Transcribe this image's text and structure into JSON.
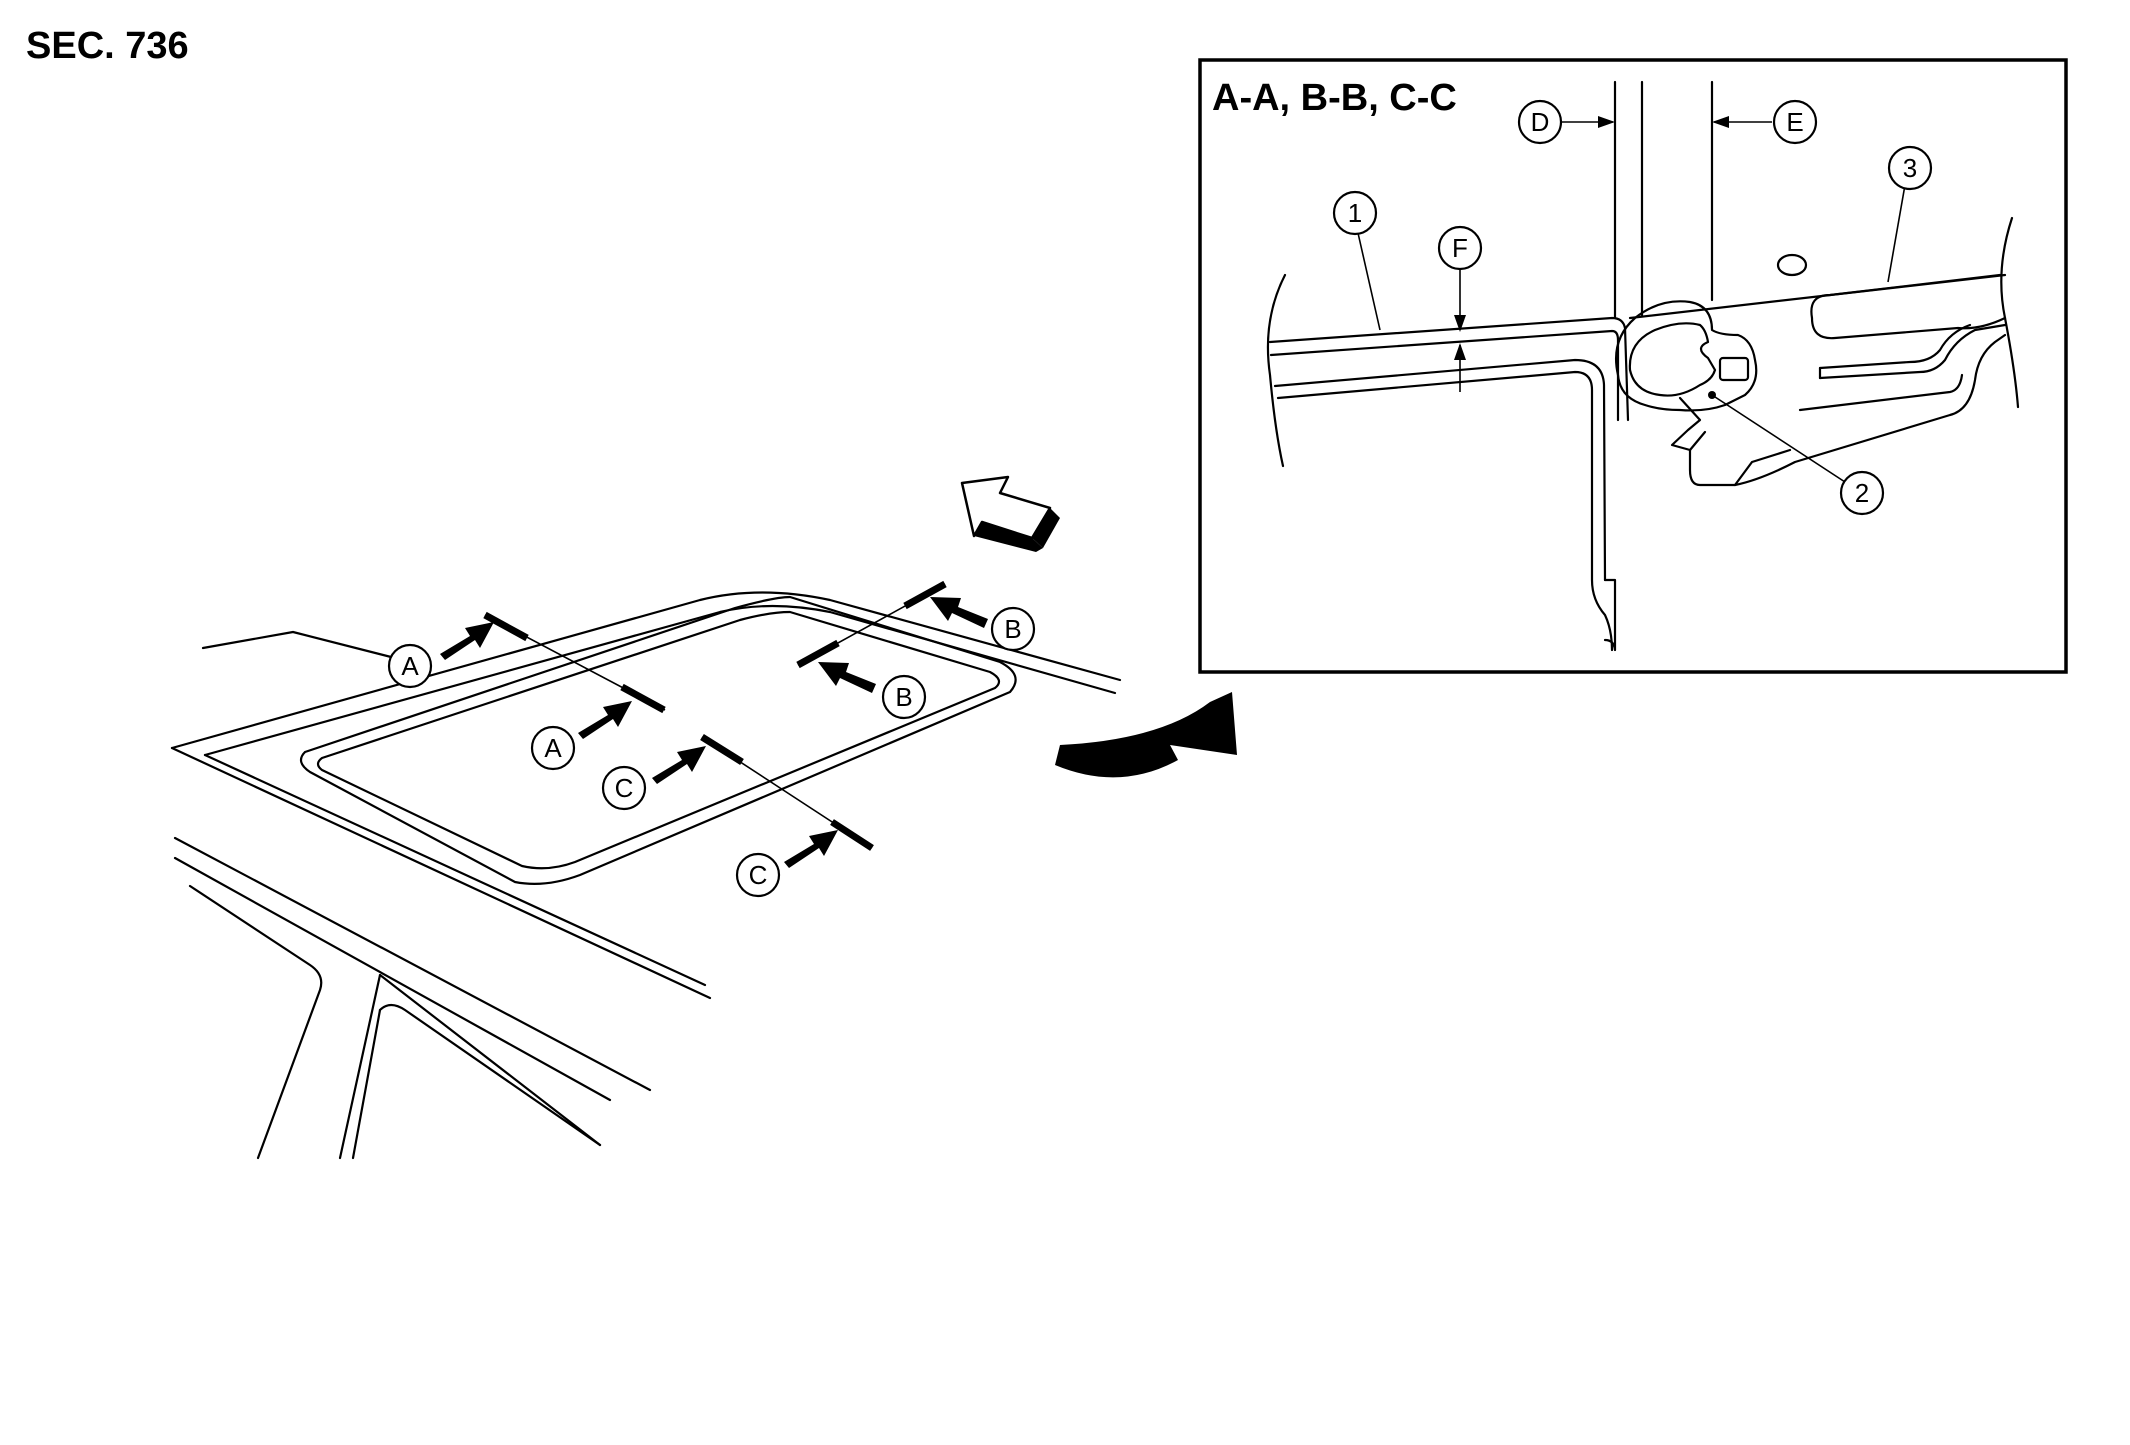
{
  "section_label": "SEC. 736",
  "detail_box": {
    "title": "A-A, B-B, C-C"
  },
  "callouts": {
    "A": "A",
    "B": "B",
    "C": "C",
    "D": "D",
    "E": "E",
    "F": "F",
    "n1": "1",
    "n2": "2",
    "n3": "3"
  },
  "icons": {
    "front_arrow": "front-direction-arrow",
    "detail_arrow": "curved-detail-arrow"
  }
}
